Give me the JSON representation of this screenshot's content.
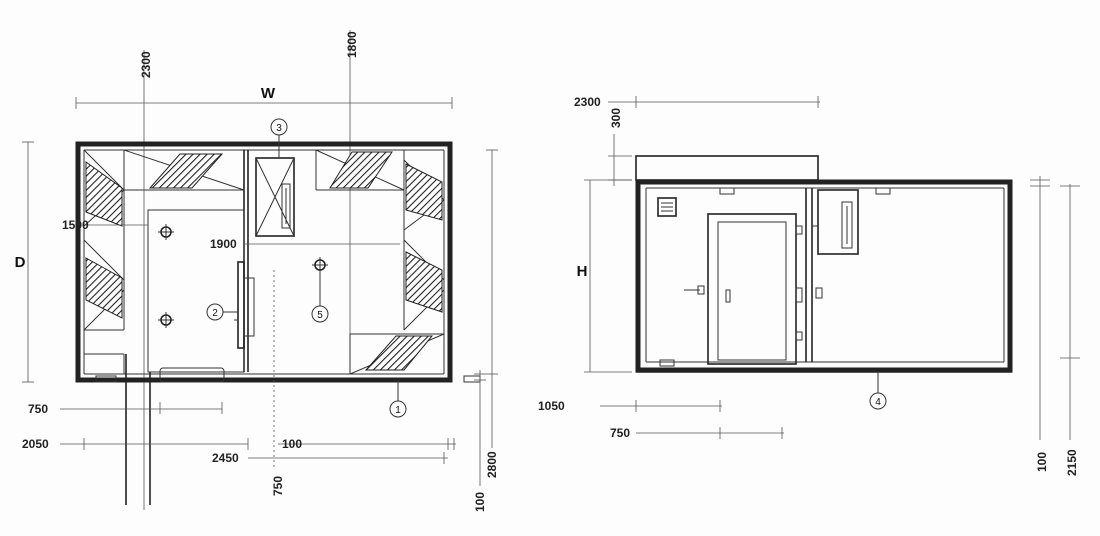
{
  "plan": {
    "width_label": "W",
    "depth_label": "D",
    "dims": {
      "d2300": "2300",
      "d1800": "1800",
      "d1500": "1500",
      "d1900": "1900",
      "d750_left": "750",
      "d2050": "2050",
      "d2450": "2450",
      "d100_h": "100",
      "d750_v": "750",
      "d100_v": "100",
      "d2800": "2800"
    },
    "callouts": [
      "1",
      "2",
      "3",
      "5"
    ]
  },
  "elevation": {
    "height_label": "H",
    "dims": {
      "d2300": "2300",
      "d300": "300",
      "d1050": "1050",
      "d750": "750",
      "d100": "100",
      "d2150": "2150"
    },
    "callouts": [
      "4"
    ]
  }
}
